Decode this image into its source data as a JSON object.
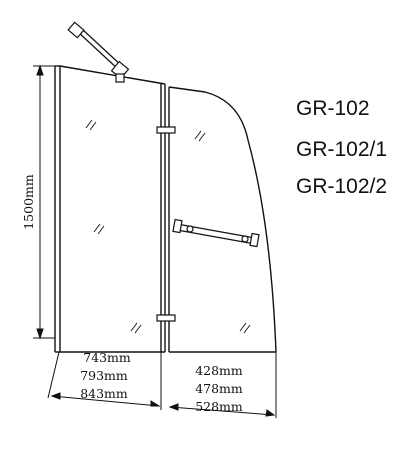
{
  "diagram": {
    "height_label": "1500mm",
    "left_panel_widths": [
      "743mm",
      "793mm",
      "843mm"
    ],
    "right_panel_widths": [
      "428mm",
      "478mm",
      "528mm"
    ]
  },
  "models": [
    "GR-102",
    "GR-102/1",
    "GR-102/2"
  ],
  "colors": {
    "line": "#111111",
    "background": "#ffffff"
  }
}
